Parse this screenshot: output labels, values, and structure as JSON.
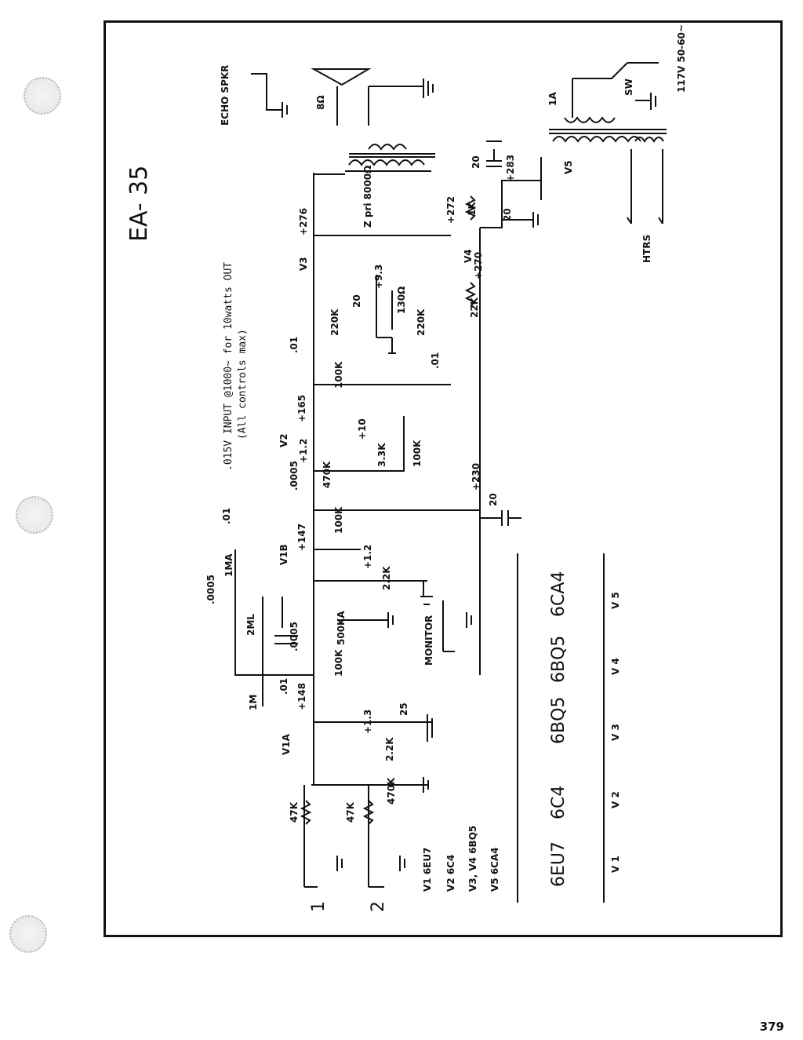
{
  "title": "EA- 35",
  "page_number": "379",
  "note_line1": ".015V INPUT @1000~ for 10watts OUT",
  "note_line2": "(All controls max)",
  "tube_list": {
    "rows": [
      {
        "id": "V1",
        "type": "6EU7"
      },
      {
        "id": "V2",
        "type": "6C4"
      },
      {
        "id": "V3, V4",
        "type": "6BQ5"
      },
      {
        "id": "V5",
        "type": "6CA4"
      }
    ]
  },
  "tube_chart": [
    {
      "ref": "V 1",
      "type": "6EU7"
    },
    {
      "ref": "V 2",
      "type": "6C4"
    },
    {
      "ref": "V 3",
      "type": "6BQ5"
    },
    {
      "ref": "V 4",
      "type": "6BQ5"
    },
    {
      "ref": "V 5",
      "type": "6CA4"
    }
  ],
  "labels": {
    "echo_spkr": "ECHO SPKR",
    "speaker_ohms": "8Ω",
    "output_xfmr": "Z pri 8000Ω",
    "v3": "V3",
    "v3_plate": "+276",
    "v4": "V4",
    "v4_plate": "+272",
    "v4_screen": "+270",
    "cathode_v34": "+9.3",
    "cathode_r": "130Ω",
    "cathode_c": "20",
    "grid_r1": "220K",
    "grid_r2": "220K",
    "coupling_c1": ".01",
    "coupling_c2": ".01",
    "dropping_r": "22K",
    "hum_r": "1K",
    "filter1": "20",
    "filter2": "20",
    "b_plus": "+283",
    "v5": "V5",
    "fuse": "1A",
    "heaters": "HTRS",
    "mains": "117V 50-60~",
    "switch": "SW",
    "v2": "V2",
    "v2_plate": "+165",
    "v2_grid": "+1.2",
    "v2_cathode": "+10",
    "v2_rk": "3.3K",
    "v2_rl": "100K",
    "v2_plate_r": "100K",
    "v2_grid_r": "470K",
    "v2_cc": ".0005",
    "b_230": "+230",
    "filter3": "20",
    "v1b": "V1B",
    "v1b_plate": "+147",
    "v1b_cathode": "+1.2",
    "v1b_rk": "2.2K",
    "v1b_plate_r": "100K",
    "vol_pot": "1MA",
    "vol_c": ".0005",
    "tone_c": ".01",
    "tone_pot": "2ML",
    "tone_c2": ".0005",
    "monitor_pot": "500KA",
    "monitor": "MONITOR",
    "v1a": "V1A",
    "v1a_plate": "+148",
    "v1a_cathode": "+1.3",
    "v1a_rk": "2.2K",
    "v1a_ck": "25",
    "v1a_cc": ".01",
    "v1a_plate_r": "100K",
    "v1a_grid_r": "1M",
    "mix_r": "470K",
    "in_r1": "47K",
    "in_r2": "47K",
    "input1": "1",
    "input2": "2"
  }
}
